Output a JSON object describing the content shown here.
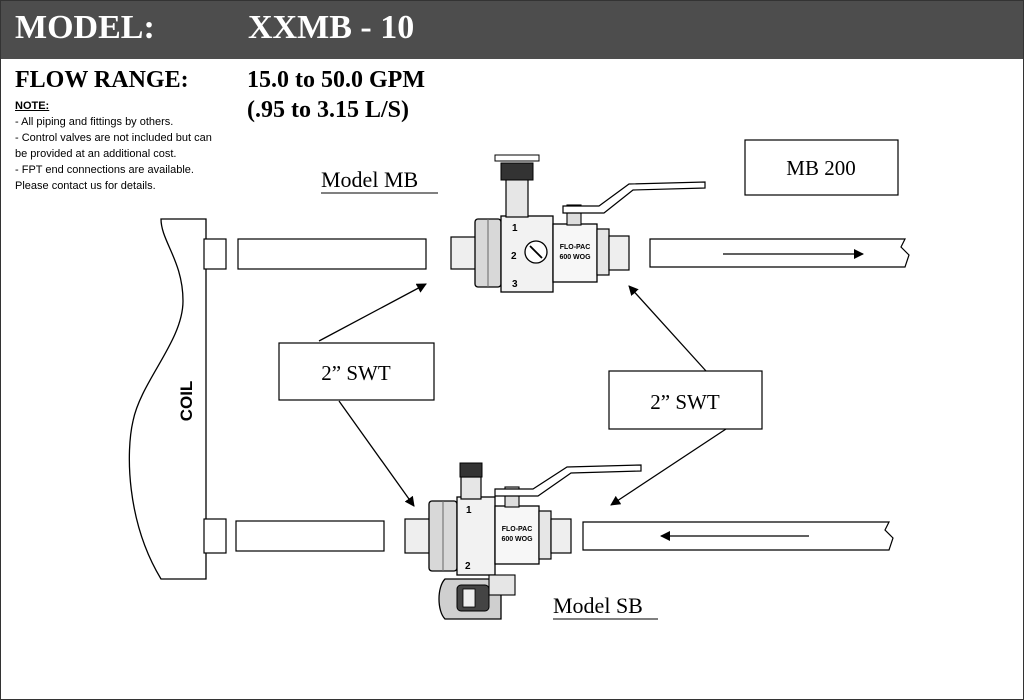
{
  "header": {
    "model_label": "MODEL:",
    "model_value": "XXMB - 10"
  },
  "flow": {
    "label": "FLOW RANGE:",
    "gpm": "15.0 to 50.0 GPM",
    "lps": "(.95 to 3.15 L/S)"
  },
  "notes": {
    "heading": "NOTE:",
    "lines": [
      "- All piping and fittings by others.",
      "- Control valves are not included but can",
      "be provided at an additional cost.",
      "- FPT end connections are available.",
      "Please contact us for details."
    ]
  },
  "diagram": {
    "coil_label": "COIL",
    "model_mb_label": "Model MB",
    "model_sb_label": "Model SB",
    "mb200_label": "MB 200",
    "swt_left": "2” SWT",
    "swt_right": "2” SWT",
    "valve_mark": "FLO-PAC",
    "valve_rating": "600 WOG",
    "port_1": "1",
    "port_2": "2",
    "port_3": "3"
  }
}
